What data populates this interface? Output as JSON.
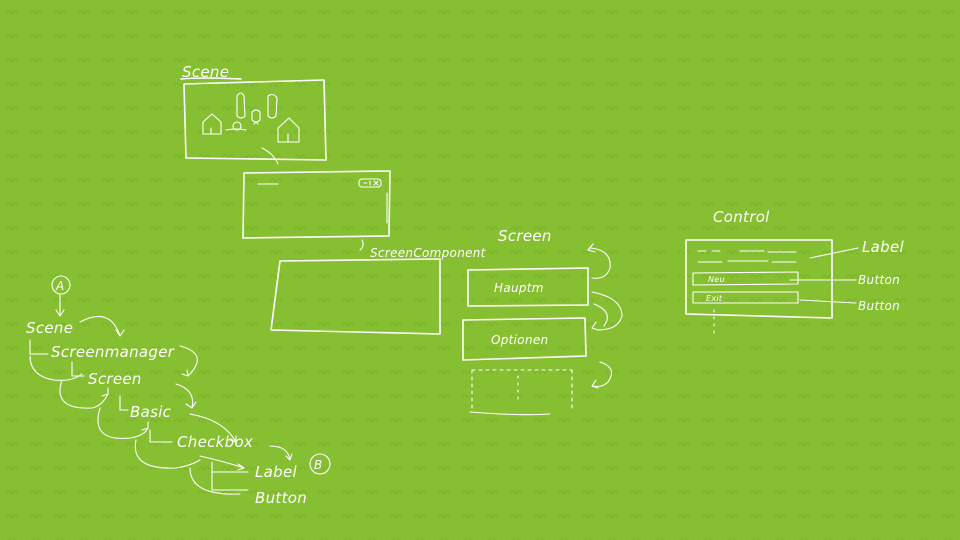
{
  "colors": {
    "background": "#86bf31",
    "pattern": "#7cb52b",
    "ink": "#ffffff"
  },
  "labels": {
    "scene_title": "Scene",
    "screencomponent": "ScreenComponent",
    "screen_title": "Screen",
    "control_title": "Control",
    "screen_items": [
      "Hauptm",
      "Optionen"
    ],
    "control_items": [
      "Neu",
      "Exit"
    ],
    "control_callouts": [
      "Label",
      "Button",
      "Button"
    ],
    "hierarchy_start_marker": "A",
    "hierarchy_end_marker": "B",
    "hierarchy": [
      "Scene",
      "Screenmanager",
      "Screen",
      "Basic",
      "Checkbox",
      "Label",
      "Button"
    ]
  }
}
